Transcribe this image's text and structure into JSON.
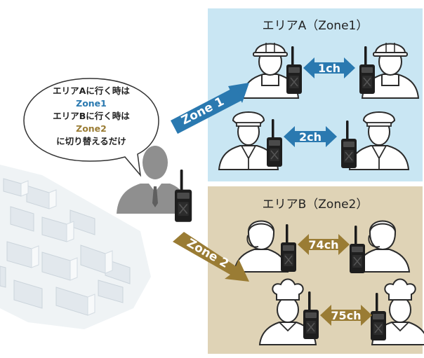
{
  "zone_a": {
    "title": "エリアA（Zone1）",
    "bg_color": "#c9e6f3",
    "pairs": [
      {
        "workers": "hardhat-worker",
        "channel": "1ch"
      },
      {
        "workers": "police-officer",
        "channel": "2ch"
      }
    ],
    "accent": "#2a79b0"
  },
  "zone_b": {
    "title": "エリアB（Zone2）",
    "bg_color": "#dfd3b6",
    "pairs": [
      {
        "workers": "headset-operator",
        "channel": "74ch"
      },
      {
        "workers": "chef",
        "channel": "75ch"
      }
    ],
    "accent": "#9a7c34"
  },
  "speech": {
    "line1": "エリアAに行く時は",
    "line2": "Zone1",
    "line3": "エリアBに行く時は",
    "line4": "Zone2",
    "line5": "に切り替えるだけ",
    "zone1_color": "#2a79b0",
    "zone2_color": "#9a7c34"
  },
  "arrows": {
    "to_zone_a": "Zone 1",
    "to_zone_b": "Zone 2"
  },
  "icons": [
    "businessman-icon",
    "radio-icon",
    "city-map-illustration"
  ]
}
